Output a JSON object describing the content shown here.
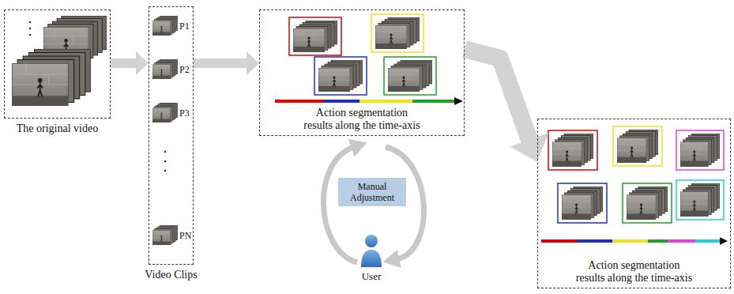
{
  "diagram": {
    "nodes": [
      {
        "text": [
          "The original video"
        ]
      },
      {
        "text": [
          "Video Clips"
        ]
      },
      {
        "text": [
          "Action segmentation results along the time-axis"
        ]
      },
      {
        "text": [
          "Manual Adjustment"
        ]
      },
      {
        "text": [
          "Action segmentation results along the time-axis"
        ]
      }
    ],
    "edges": [
      {
        "from": 0,
        "to": 1,
        "arrow": "to"
      },
      {
        "from": 1,
        "to": 2,
        "arrow": "to"
      },
      {
        "from": 2,
        "to": 4,
        "arrow": "to"
      }
    ],
    "labels": [
      "P1",
      "P2",
      "P3",
      "PN",
      "User"
    ]
  }
}
